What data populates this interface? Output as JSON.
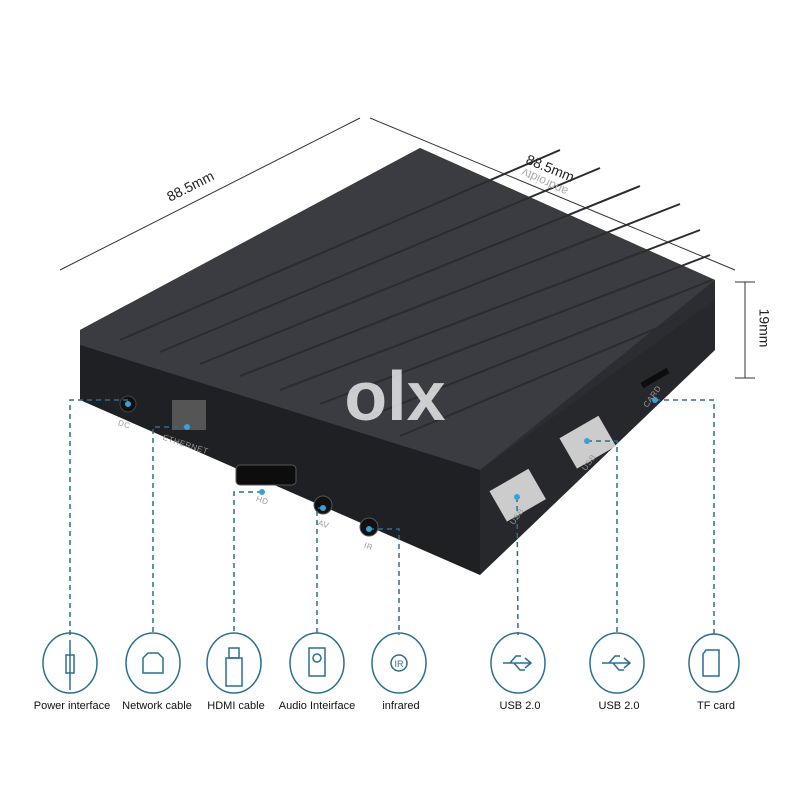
{
  "dimensions": {
    "width": "88.5mm",
    "depth": "88.5mm",
    "height": "19mm"
  },
  "brand_text": "androidtv",
  "watermark": "olx",
  "port_marks": [
    "DC",
    "ETHERNET",
    "HD",
    "AV",
    "IR",
    "USB",
    "USB",
    "CARD"
  ],
  "accent_color": "#2a6f8f",
  "ports": [
    {
      "label": "Power interface",
      "icon": "audio-jack-icon"
    },
    {
      "label": "Network cable",
      "icon": "ethernet-icon"
    },
    {
      "label": "HDMI cable",
      "icon": "hdmi-plug-icon"
    },
    {
      "label": "Audio Inteirface",
      "icon": "speaker-icon"
    },
    {
      "label": "infrared",
      "icon": "ir-icon"
    },
    {
      "label": "USB 2.0",
      "icon": "usb-icon"
    },
    {
      "label": "USB 2.0",
      "icon": "usb-icon"
    },
    {
      "label": "TF card",
      "icon": "sd-card-icon"
    }
  ]
}
